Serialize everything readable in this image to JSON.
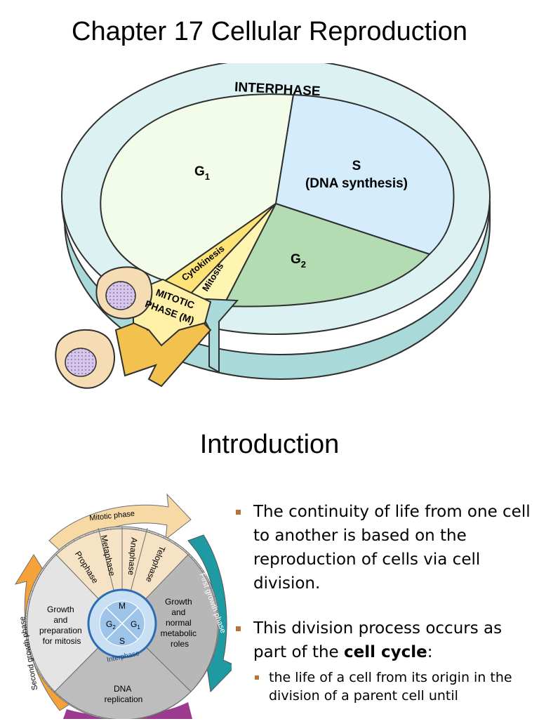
{
  "slide1": {
    "title": "Chapter 17 Cellular Reproduction",
    "diagram": {
      "ring_label": "INTERPHASE",
      "g1": "G",
      "g1_sub": "1",
      "s": "S",
      "s_desc": "(DNA synthesis)",
      "g2": "G",
      "g2_sub": "2",
      "cytokinesis": "Cytokinesis",
      "mitosis": "Mitosis",
      "mitotic_line1": "MITOTIC",
      "mitotic_line2": "PHASE (M)"
    }
  },
  "slide2": {
    "title": "Introduction",
    "diagram": {
      "mitotic_phase": "Mitotic phase",
      "prophase": "Prophase",
      "metaphase": "Metaphase",
      "anaphase": "Anaphase",
      "telophase": "Telophase",
      "first_growth": "First growth phase",
      "second_growth": "Second growth phase",
      "left_l1": "Growth",
      "left_l2": "and",
      "left_l3": "preparation",
      "left_l4": "for mitosis",
      "right_l1": "Growth",
      "right_l2": "and",
      "right_l3": "normal",
      "right_l4": "metabolic",
      "right_l5": "roles",
      "bottom_l1": "DNA",
      "bottom_l2": "replication",
      "center_m": "M",
      "center_g2": "G",
      "center_g2_sub": "2",
      "center_g1": "G",
      "center_g1_sub": "1",
      "center_s": "S",
      "interphase": "Interphase"
    },
    "bullet1": "The continuity of life from one cell to another is based on the reproduction of cells via cell division.",
    "bullet2_pre": "This division process occurs as part of the ",
    "bullet2_bold": "cell cycle",
    "bullet2_post": ":",
    "sub1": "the life of a cell from its origin in the division of a parent cell until"
  },
  "colors": {
    "g1_fill": "#f3fbe9",
    "s_fill": "#d4ecfb",
    "g2_fill": "#b3dcb3",
    "ring_top": "#dcf2f2",
    "ring_side": "#a9d9d8",
    "mitotic_yellow": "#fde376",
    "bullet_marker": "#b8733a"
  }
}
